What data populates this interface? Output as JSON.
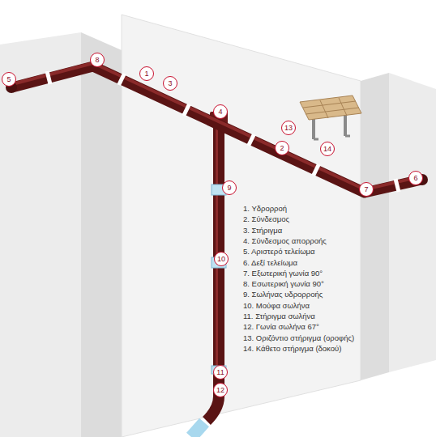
{
  "diagram": {
    "labels": [
      "5",
      "8",
      "1",
      "3",
      "4",
      "2",
      "7",
      "6",
      "9",
      "10",
      "13",
      "14",
      "11",
      "12",
      "1. Υδρορροή",
      "2. Σύνδεσμος",
      "3. Στήριγμα",
      "4. Σύνδεσμος απορροής",
      "5. Αριστερό τελείωμα",
      "6. Δεξί τελείωμα",
      "7. Εξωτερική γωνία 90°",
      "8. Εσωτερική γωνία 90°",
      "9. Σωλήνας υδρορροής",
      "10. Μούφα σωλήνα",
      "11. Στήριγμα σωλήνα",
      "12. Γωνία σωλήνα 67°",
      "13. Οριζόντιο στήριγμα (οροφής)",
      "14. Κάθετο στήριγμα (δοκού)"
    ]
  }
}
